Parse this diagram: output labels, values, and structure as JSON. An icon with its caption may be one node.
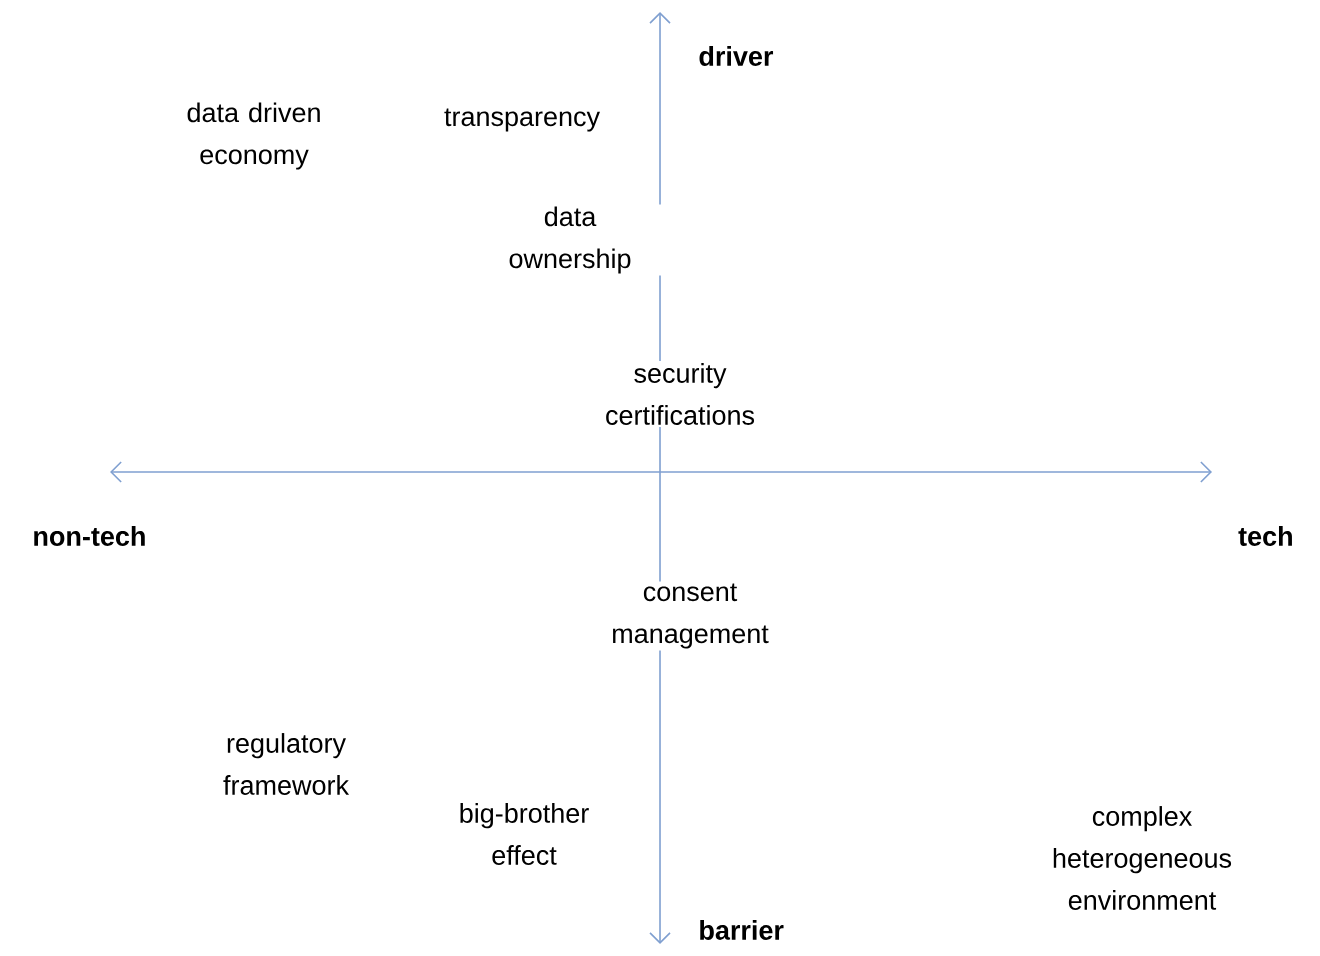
{
  "diagram": {
    "labels": [
      "driver",
      "data driven economy",
      "transparency",
      "data ownership",
      "security certifications",
      "non-tech",
      "tech",
      "consent management",
      "regulatory framework",
      "big-brother effect",
      "complex heterogeneous environment",
      "barrier"
    ]
  }
}
